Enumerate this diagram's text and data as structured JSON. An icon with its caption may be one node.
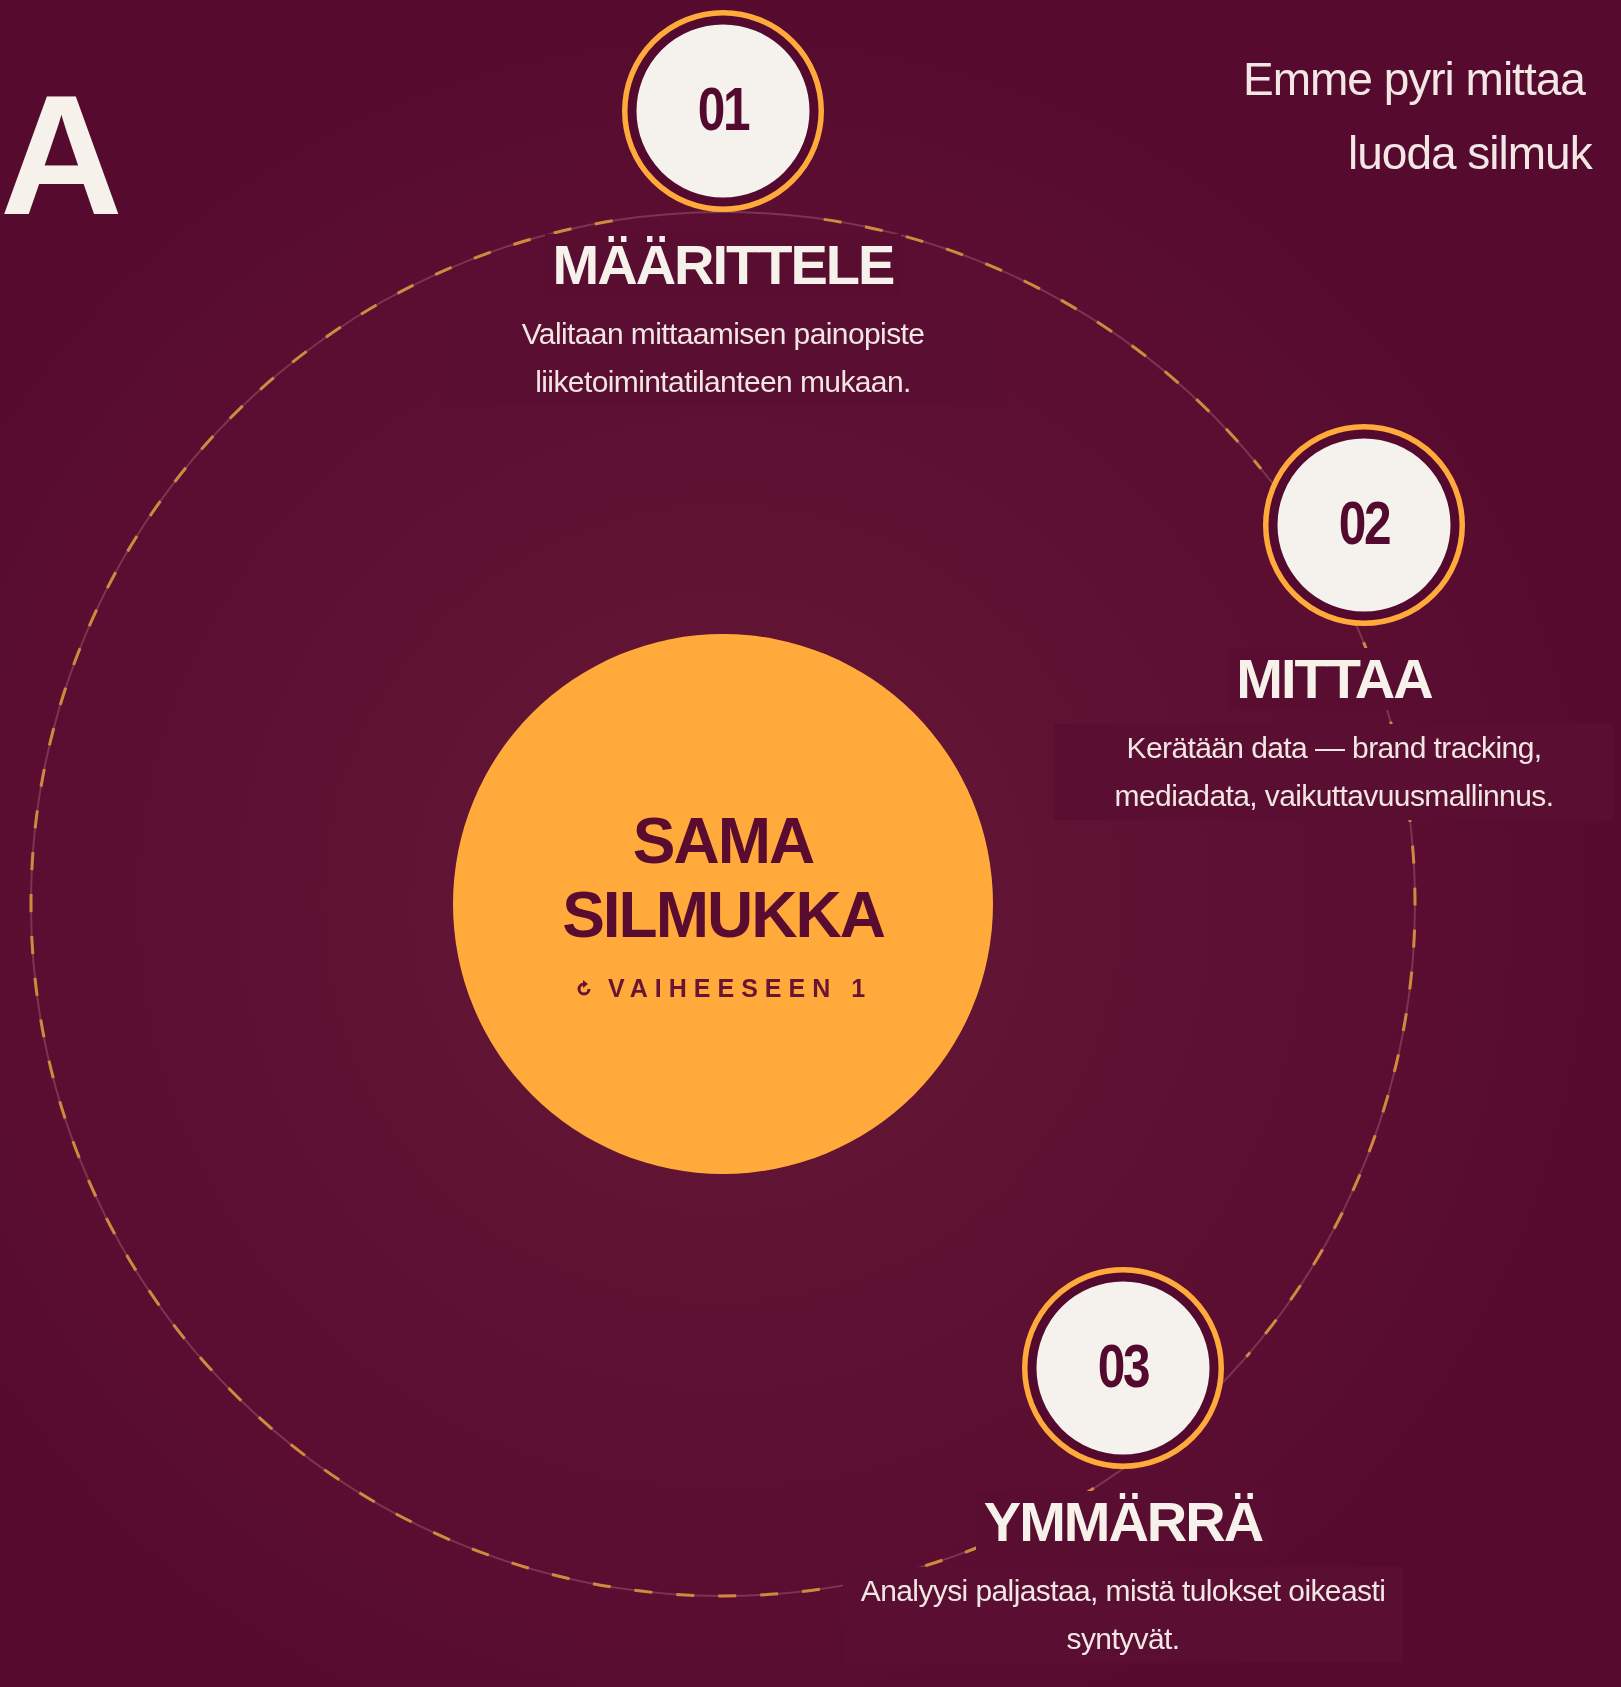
{
  "diagram": {
    "nodes": [
      {
        "text": [
          "01",
          "MÄÄRITTELE",
          "Valitaan mittaamisen painopiste liiketoimintatilanteen mukaan."
        ]
      },
      {
        "text": [
          "02",
          "MITTAA",
          "Kerätään data — brand tracking, mediadata, vaikuttavuusmallinnus."
        ]
      },
      {
        "text": [
          "03",
          "YMMÄRRÄ",
          "Analyysi paljastaa, mistä tulokset oikeasti syntyvät."
        ]
      },
      {
        "text": [
          "SAMA SILMUKKA",
          "VAIHEESEEN 1"
        ]
      }
    ],
    "edges": [
      {
        "from": 0,
        "to": 1,
        "arrow": "none",
        "style": "dashed"
      },
      {
        "from": 1,
        "to": 2,
        "arrow": "none",
        "style": "dashed"
      },
      {
        "from": 2,
        "to": 0,
        "arrow": "none",
        "style": "dashed"
      }
    ],
    "labels": [
      "A",
      "Emme pyri mittaa",
      "luoda silmuk"
    ]
  }
}
